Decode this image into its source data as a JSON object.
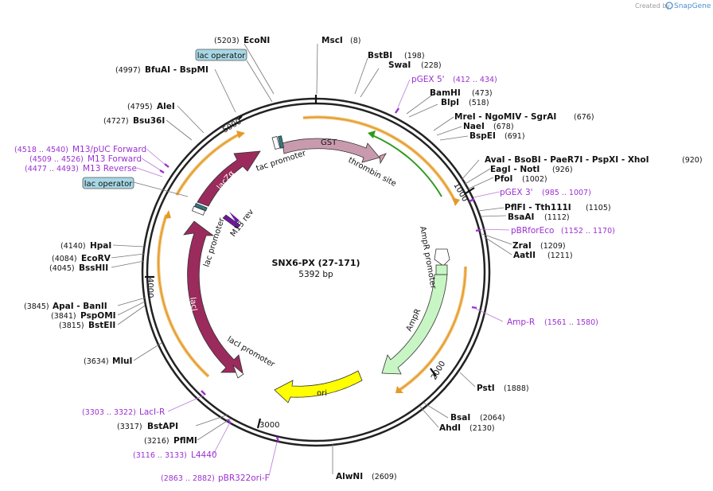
{
  "branding": {
    "created_by": "Created by",
    "app_name": "SnapGene"
  },
  "plasmid": {
    "name": "SNX6-PX (27-171)",
    "length_label": "5392 bp"
  },
  "ticks": [
    "1000",
    "2000",
    "3000",
    "4000",
    "5000"
  ],
  "enzymes": [
    {
      "name": "EcoNI",
      "pos": "(5203)"
    },
    {
      "name": "MscI",
      "pos": "(8)"
    },
    {
      "name": "BstBI",
      "pos": "(198)"
    },
    {
      "name": "SwaI",
      "pos": "(228)"
    },
    {
      "name": "BamHI",
      "pos": "(473)"
    },
    {
      "name": "BlpI",
      "pos": "(518)"
    },
    {
      "name": "MreI - NgoMIV - SgrAI",
      "pos": "(676)"
    },
    {
      "name": "NaeI",
      "pos": "(678)"
    },
    {
      "name": "BspEI",
      "pos": "(691)"
    },
    {
      "name": "AvaI - BsoBI - PaeR7I - PspXI - XhoI",
      "pos": "(920)"
    },
    {
      "name": "EagI - NotI",
      "pos": "(926)"
    },
    {
      "name": "PfoI",
      "pos": "(1002)"
    },
    {
      "name": "PflFI - Tth111I",
      "pos": "(1105)"
    },
    {
      "name": "BsaAI",
      "pos": "(1112)"
    },
    {
      "name": "ZraI",
      "pos": "(1209)"
    },
    {
      "name": "AatII",
      "pos": "(1211)"
    },
    {
      "name": "PstI",
      "pos": "(1888)"
    },
    {
      "name": "BsaI",
      "pos": "(2064)"
    },
    {
      "name": "AhdI",
      "pos": "(2130)"
    },
    {
      "name": "AlwNI",
      "pos": "(2609)"
    },
    {
      "name": "BstAPI",
      "pos": "(3317)"
    },
    {
      "name": "PflMI",
      "pos": "(3216)"
    },
    {
      "name": "MluI",
      "pos": "(3634)"
    },
    {
      "name": "ApaI - BanII",
      "pos": "(3845)"
    },
    {
      "name": "PspOMI",
      "pos": "(3841)"
    },
    {
      "name": "BstEII",
      "pos": "(3815)"
    },
    {
      "name": "HpaI",
      "pos": "(4140)"
    },
    {
      "name": "EcoRV",
      "pos": "(4084)"
    },
    {
      "name": "BssHII",
      "pos": "(4045)"
    },
    {
      "name": "AleI",
      "pos": "(4795)"
    },
    {
      "name": "Bsu36I",
      "pos": "(4727)"
    },
    {
      "name": "BfuAI - BspMI",
      "pos": "(4997)"
    }
  ],
  "primers": [
    {
      "name": "pGEX 5'",
      "pos": "(412 .. 434)"
    },
    {
      "name": "pGEX 3'",
      "pos": "(985 .. 1007)"
    },
    {
      "name": "pBRforEco",
      "pos": "(1152 .. 1170)"
    },
    {
      "name": "Amp-R",
      "pos": "(1561 .. 1580)"
    },
    {
      "name": "LacI-R",
      "pos": "(3303 .. 3322)"
    },
    {
      "name": "L4440",
      "pos": "(3116 .. 3133)"
    },
    {
      "name": "pBR322ori-F",
      "pos": "(2863 .. 2882)"
    },
    {
      "name": "M13/pUC Forward",
      "pos": "(4518 .. 4540)"
    },
    {
      "name": "M13 Forward",
      "pos": "(4509 .. 4526)"
    },
    {
      "name": "M13 Reverse",
      "pos": "(4477 .. 4493)"
    }
  ],
  "features": {
    "gst": "GST",
    "thrombin": "thrombin site",
    "tac_promoter": "tac promoter",
    "lacz": "lacZα",
    "lac_promoter": "lac promoter",
    "m13_rev": "M13 rev",
    "laci": "lacI",
    "laci_promoter": "lacI promoter",
    "ori": "ori",
    "ampr": "AmpR",
    "ampr_promoter": "AmpR promoter"
  },
  "operators": [
    "lac operator",
    "lac operator"
  ],
  "colors": {
    "gst": "#c99aae",
    "lacz_laci": "#9b2b5d",
    "ampr": "#c8f5c4",
    "ori": "#ffff00",
    "thrombin": "#d59ba8",
    "primer": "#9b30d1",
    "orf_orange": "#f0a030",
    "orf_green": "#2f9a1d",
    "operator": "#a7d7e4"
  }
}
